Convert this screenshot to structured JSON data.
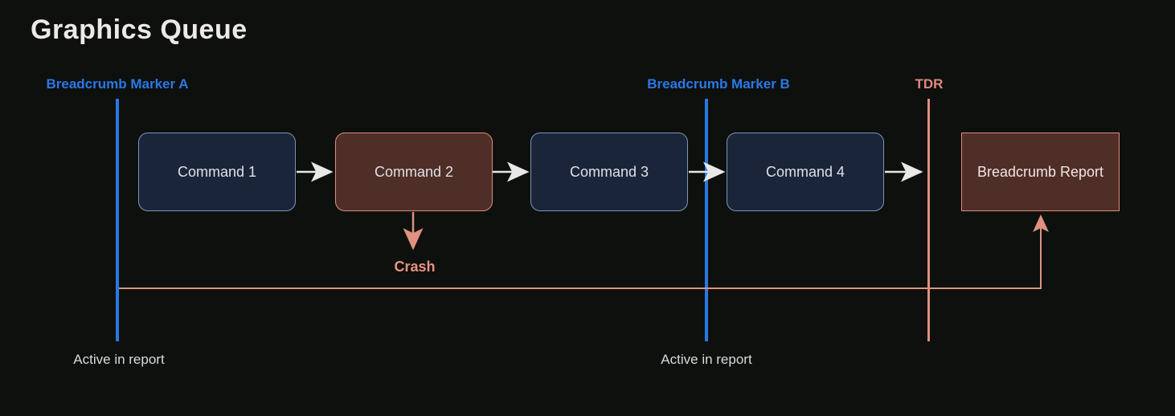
{
  "title": "Graphics Queue",
  "markers": {
    "a": {
      "label": "Breadcrumb Marker A",
      "footnote": "Active in report"
    },
    "b": {
      "label": "Breadcrumb Marker B",
      "footnote": "Active in report"
    },
    "tdr": {
      "label": "TDR"
    }
  },
  "nodes": [
    {
      "id": "command-1",
      "label": "Command 1",
      "state": "normal"
    },
    {
      "id": "command-2",
      "label": "Command 2",
      "state": "crashed"
    },
    {
      "id": "command-3",
      "label": "Command 3",
      "state": "normal"
    },
    {
      "id": "command-4",
      "label": "Command 4",
      "state": "normal"
    },
    {
      "id": "breadcrumb-report",
      "label": "Breadcrumb Report",
      "state": "report"
    }
  ],
  "edges": [
    {
      "from": "command-1",
      "to": "command-2"
    },
    {
      "from": "command-2",
      "to": "command-3"
    },
    {
      "from": "command-3",
      "to": "command-4"
    },
    {
      "from": "command-4",
      "to": "tdr"
    },
    {
      "from": "command-2",
      "to": "crash"
    },
    {
      "from": "marker-a-baseline",
      "to": "breadcrumb-report"
    }
  ],
  "annotations": {
    "crash_label": "Crash"
  },
  "colors": {
    "background": "#0e100d",
    "title_text": "#eceae6",
    "marker_blue": "#2a78e4",
    "salmon": "#e0917f",
    "node_blue_fill": "#1b2539",
    "node_blue_border": "#7b94be",
    "node_red_fill": "#4f2e27",
    "node_red_border": "#dd8f7e",
    "arrow_white": "#e8e8e8",
    "node_text": "#dde1e6",
    "footnote_text": "#d8dbde"
  }
}
